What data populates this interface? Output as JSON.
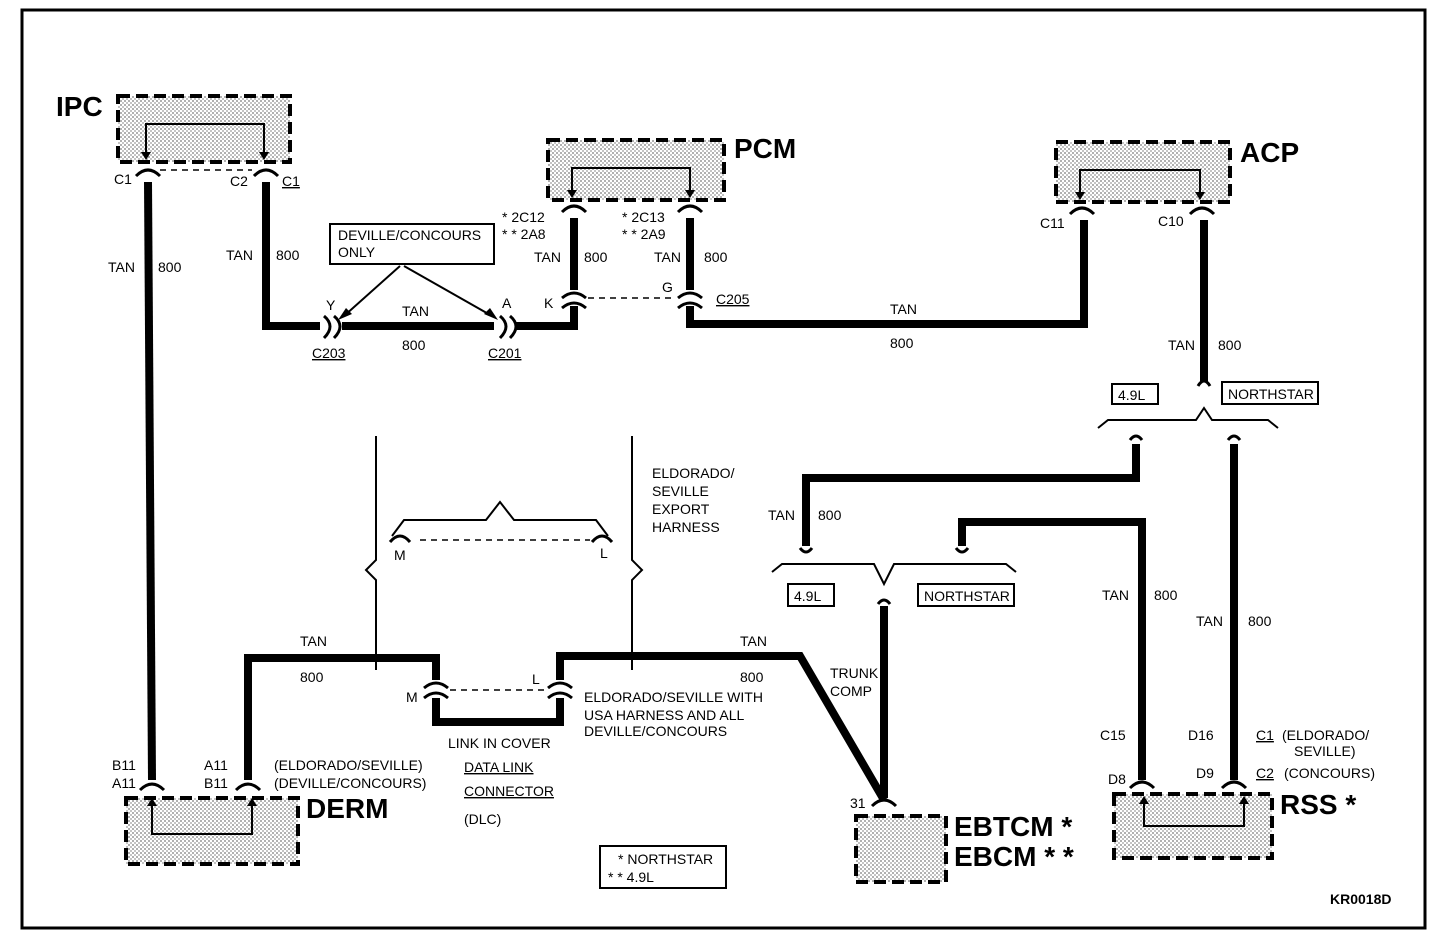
{
  "modules": {
    "ipc": "IPC",
    "pcm": "PCM",
    "acp": "ACP",
    "derm": "DERM",
    "ebtcm": "EBTCM *",
    "ebcm": "EBCM * *",
    "rss": "RSS *"
  },
  "pins": {
    "ipc_c1": "C1",
    "ipc_c2": "C2",
    "ipc_c1b": "C1",
    "pcm_2c12": "* 2C12",
    "pcm_2a8": "* * 2A8",
    "pcm_2c13": "* 2C13",
    "pcm_2a9": "* * 2A9",
    "acp_c11": "C11",
    "acp_c10": "C10",
    "c203_y": "Y",
    "c201_a": "A",
    "c205_k": "K",
    "c205_g": "G",
    "derm_b11a": "B11",
    "derm_a11a": "A11",
    "derm_a11b": "A11",
    "derm_b11b": "B11",
    "dlc_m": "M",
    "dlc_l": "L",
    "dlc_m2": "M",
    "dlc_l2": "L",
    "ebtcm_31": "31",
    "rss_c15": "C15",
    "rss_d16": "D16",
    "rss_d8": "D8",
    "rss_d9": "D9"
  },
  "connectors": {
    "c203": "C203",
    "c201": "C201",
    "c205": "C205"
  },
  "wire": {
    "color": "TAN",
    "circuit": "800"
  },
  "notes": {
    "deville_only_1": "DEVILLE/CONCOURS",
    "deville_only_2": "ONLY",
    "export_1": "ELDORADO/",
    "export_2": "SEVILLE",
    "export_3": "EXPORT",
    "export_4": "HARNESS",
    "usa_1": "ELDORADO/SEVILLE WITH",
    "usa_2": "USA HARNESS AND ALL",
    "usa_3": "DEVILLE/CONCOURS",
    "link_in_cover": "LINK IN COVER",
    "dlc_1": "DATA LINK",
    "dlc_2": "CONNECTOR",
    "dlc_3": "(DLC)",
    "derm_v1": "(ELDORADO/SEVILLE)",
    "derm_v2": "(DEVILLE/CONCOURS)",
    "trunk_1": "TRUNK",
    "trunk_2": "COMP",
    "opt_49l": "4.9L",
    "opt_northstar": "NORTHSTAR",
    "rss_c1": "C1",
    "rss_v1": "(ELDORADO/",
    "rss_v2": "SEVILLE)",
    "rss_c2": "C2",
    "rss_v3": "(CONCOURS)"
  },
  "legend": {
    "northstar": "* NORTHSTAR",
    "l49": "* * 4.9L"
  },
  "figure_id": "KR0018D"
}
